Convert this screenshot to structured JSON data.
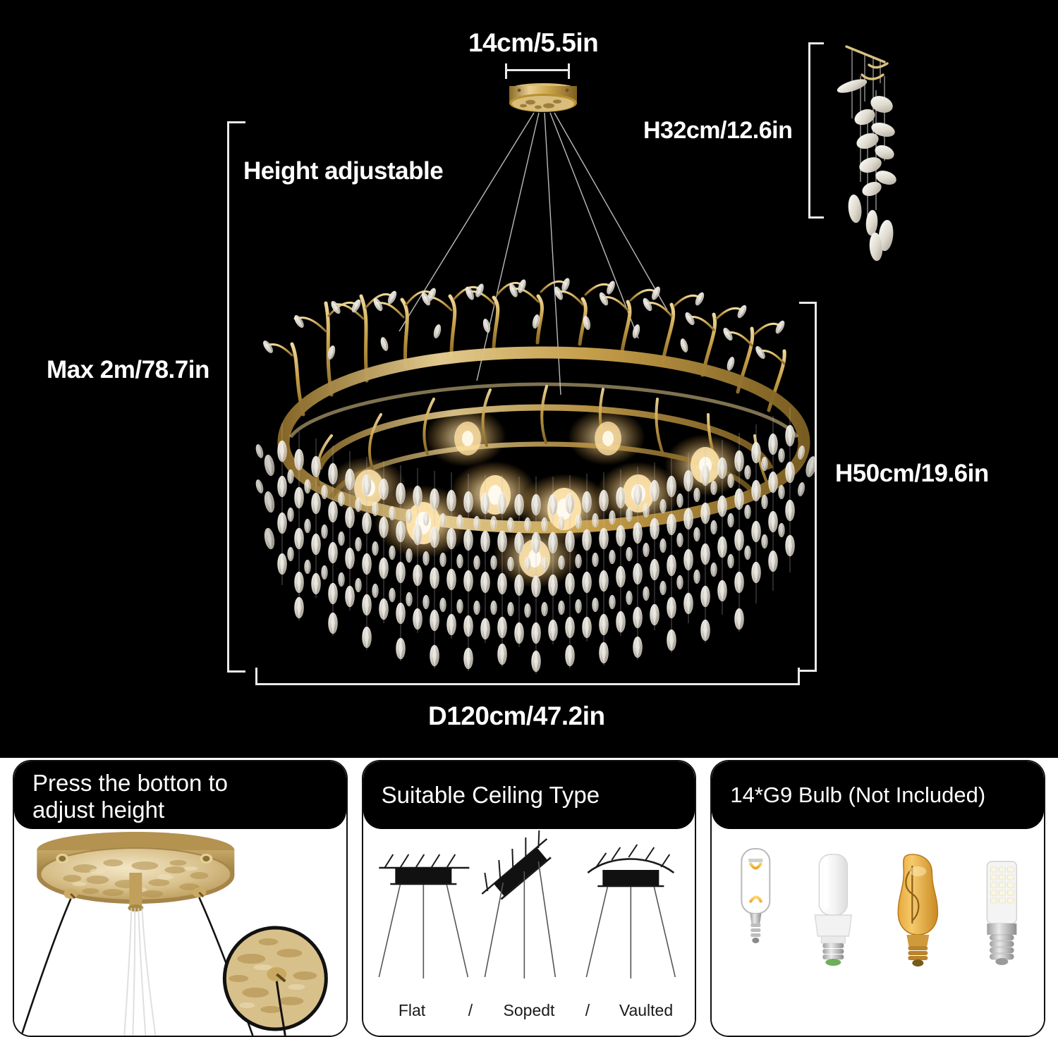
{
  "hero": {
    "background_color": "#000000",
    "dimensions": {
      "canopy_width": "14cm/5.5in",
      "crystal_branch_height": "H32cm/12.6in",
      "height_adjustable_label": "Height adjustable",
      "max_drop": "Max 2m/78.7in",
      "fixture_height": "H50cm/19.6in",
      "diameter": "D120cm/47.2in"
    },
    "product": {
      "name": "crystal-branch-chandelier",
      "finish_color": "#c9a14a",
      "crystal_color": "#e8e4da",
      "glow_color": "#ffd98a"
    }
  },
  "cards": [
    {
      "id": "height-adjust",
      "title": "Press the botton to\nadjust height",
      "two_line": true,
      "content": "gold-canopy-with-cables-and-magnifier-callout"
    },
    {
      "id": "ceiling-type",
      "title": "Suitable Ceiling Type",
      "two_line": false,
      "ceiling_types": [
        "Flat",
        "Sopedt",
        "Vaulted"
      ],
      "separator": "/"
    },
    {
      "id": "bulb-type",
      "title": "14*G9 Bulb (Not Included)",
      "two_line": false,
      "bulbs": [
        "tubular-filament-bulb",
        "cfl-stick-bulb",
        "amber-edison-st64-bulb",
        "led-corn-bulb"
      ]
    }
  ]
}
